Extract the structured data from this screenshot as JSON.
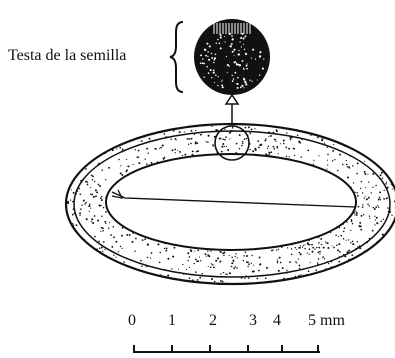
{
  "figure": {
    "label": "Testa de la semilla",
    "scale": {
      "ticks": [
        "0",
        "1",
        "2",
        "3",
        "4",
        "5 mm"
      ]
    }
  },
  "colors": {
    "ink": "#111111",
    "paper": "#ffffff"
  }
}
